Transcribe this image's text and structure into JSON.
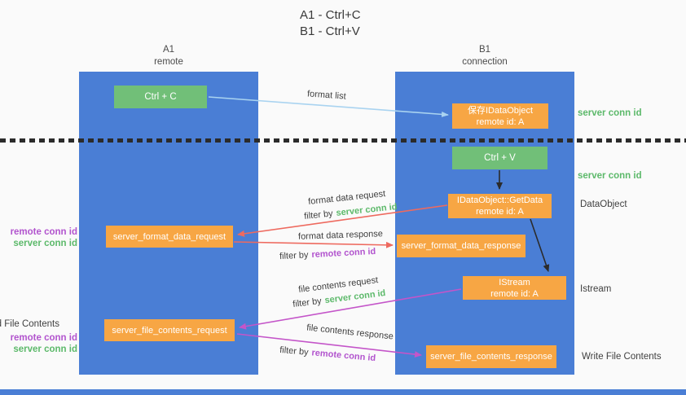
{
  "title": {
    "line1": "A1 - Ctrl+C",
    "line2": "B1 - Ctrl+V"
  },
  "columns": {
    "a1": {
      "name": "A1",
      "subtitle": "remote"
    },
    "b1": {
      "name": "B1",
      "subtitle": "connection"
    }
  },
  "nodes": {
    "ctrl_c": {
      "label": "Ctrl + C"
    },
    "ctrl_v": {
      "label": "Ctrl + V"
    },
    "save_dataobject": {
      "line1": "保存IDataObject",
      "line2": "remote id: A"
    },
    "getdata": {
      "line1": "IDataObject::GetData",
      "line2": "remote id: A"
    },
    "istream": {
      "line1": "IStream",
      "line2": "remote id: A"
    },
    "format_request": {
      "label": "server_format_data_request"
    },
    "format_response": {
      "label": "server_format_data_response"
    },
    "file_request": {
      "label": "server_file_contents_request"
    },
    "file_response": {
      "label": "server_file_contents_response"
    }
  },
  "edges": {
    "format_list": {
      "label": "format list"
    },
    "format_data_request": {
      "label": "format data request",
      "filter_prefix": "filter by",
      "filter_key": "server conn id"
    },
    "format_data_response": {
      "label": "format data response",
      "filter_prefix": "filter by",
      "filter_key": "remote conn id"
    },
    "file_contents_request": {
      "label": "file contents request",
      "filter_prefix": "filter by",
      "filter_key": "server conn id"
    },
    "file_contents_response": {
      "label": "file contents response",
      "filter_prefix": "filter by",
      "filter_key": "remote conn id"
    }
  },
  "annotations": {
    "right": {
      "server_conn_id_top": "server conn id",
      "server_conn_id_mid": "server conn id",
      "dataobject": "DataObject",
      "istream": "Istream",
      "write_file_contents": "Write File Contents"
    },
    "left": {
      "remote_conn_id_top": "remote conn id",
      "server_conn_id_top": "server conn id",
      "read_file_contents": "Read File Contents",
      "remote_conn_id_bottom": "remote conn id",
      "server_conn_id_bottom": "server conn id"
    }
  },
  "colors": {
    "column_blue": "#4a7ed5",
    "box_green": "#71bf78",
    "box_orange": "#f7a644",
    "arrow_red": "#ee6a5f",
    "arrow_magenta": "#c455c9",
    "arrow_light_blue": "#a9d3f0",
    "arrow_black": "#2b2b2b",
    "text_green": "#5cb96a",
    "text_purple": "#b254ce",
    "text_gray": "#3f3f3f"
  }
}
